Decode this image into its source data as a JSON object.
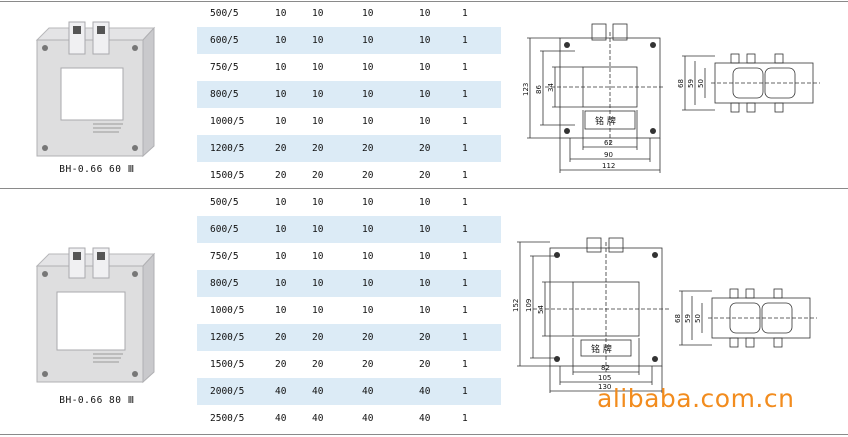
{
  "products": [
    {
      "model": "BH-0.66 60 Ⅲ",
      "nameplate": "铭 牌",
      "rows": [
        [
          "500/5",
          "10",
          "10",
          "10",
          "10",
          "1"
        ],
        [
          "600/5",
          "10",
          "10",
          "10",
          "10",
          "1"
        ],
        [
          "750/5",
          "10",
          "10",
          "10",
          "10",
          "1"
        ],
        [
          "800/5",
          "10",
          "10",
          "10",
          "10",
          "1"
        ],
        [
          "1000/5",
          "10",
          "10",
          "10",
          "10",
          "1"
        ],
        [
          "1200/5",
          "20",
          "20",
          "20",
          "20",
          "1"
        ],
        [
          "1500/5",
          "20",
          "20",
          "20",
          "20",
          "1"
        ]
      ],
      "front_dims": {
        "height": "123",
        "inner_height": "86",
        "window_height": "34",
        "window_width": "62",
        "mount_width": "90",
        "width": "112"
      },
      "side_dims": {
        "height": "68",
        "inner": "59",
        "window": "50"
      }
    },
    {
      "model": "BH-0.66 80 Ⅲ",
      "nameplate": "铭 牌",
      "rows": [
        [
          "500/5",
          "10",
          "10",
          "10",
          "10",
          "1"
        ],
        [
          "600/5",
          "10",
          "10",
          "10",
          "10",
          "1"
        ],
        [
          "750/5",
          "10",
          "10",
          "10",
          "10",
          "1"
        ],
        [
          "800/5",
          "10",
          "10",
          "10",
          "10",
          "1"
        ],
        [
          "1000/5",
          "10",
          "10",
          "10",
          "10",
          "1"
        ],
        [
          "1200/5",
          "20",
          "20",
          "20",
          "20",
          "1"
        ],
        [
          "1500/5",
          "20",
          "20",
          "20",
          "20",
          "1"
        ],
        [
          "2000/5",
          "40",
          "40",
          "40",
          "40",
          "1"
        ],
        [
          "2500/5",
          "40",
          "40",
          "40",
          "40",
          "1"
        ]
      ],
      "front_dims": {
        "height": "152",
        "inner_height": "109",
        "window_height": "54",
        "window_width": "82",
        "mount_width": "105",
        "width": "130"
      },
      "side_dims": {
        "height": "68",
        "inner": "59",
        "window": "50"
      }
    }
  ],
  "watermark": "alibaba.com.cn",
  "colors": {
    "row_shade": "#dcebf6",
    "watermark": "#f28c1e",
    "separator": "#8a8a8a"
  }
}
